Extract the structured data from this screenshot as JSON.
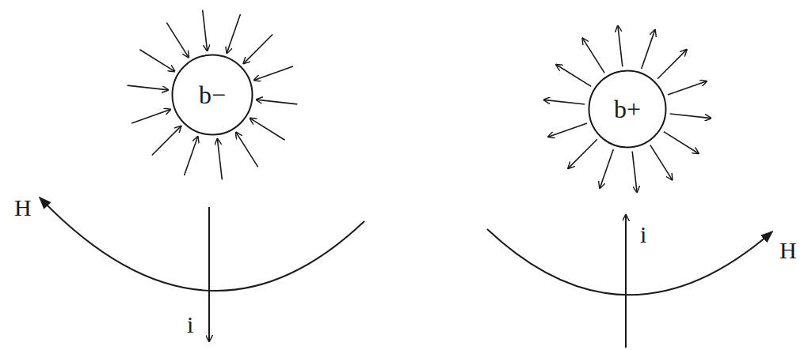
{
  "diagram": {
    "nodes": [
      {
        "text": [
          "b−"
        ]
      },
      {
        "text": [
          "b+"
        ]
      }
    ],
    "labels": [
      "H",
      "i",
      "i",
      "H"
    ]
  }
}
